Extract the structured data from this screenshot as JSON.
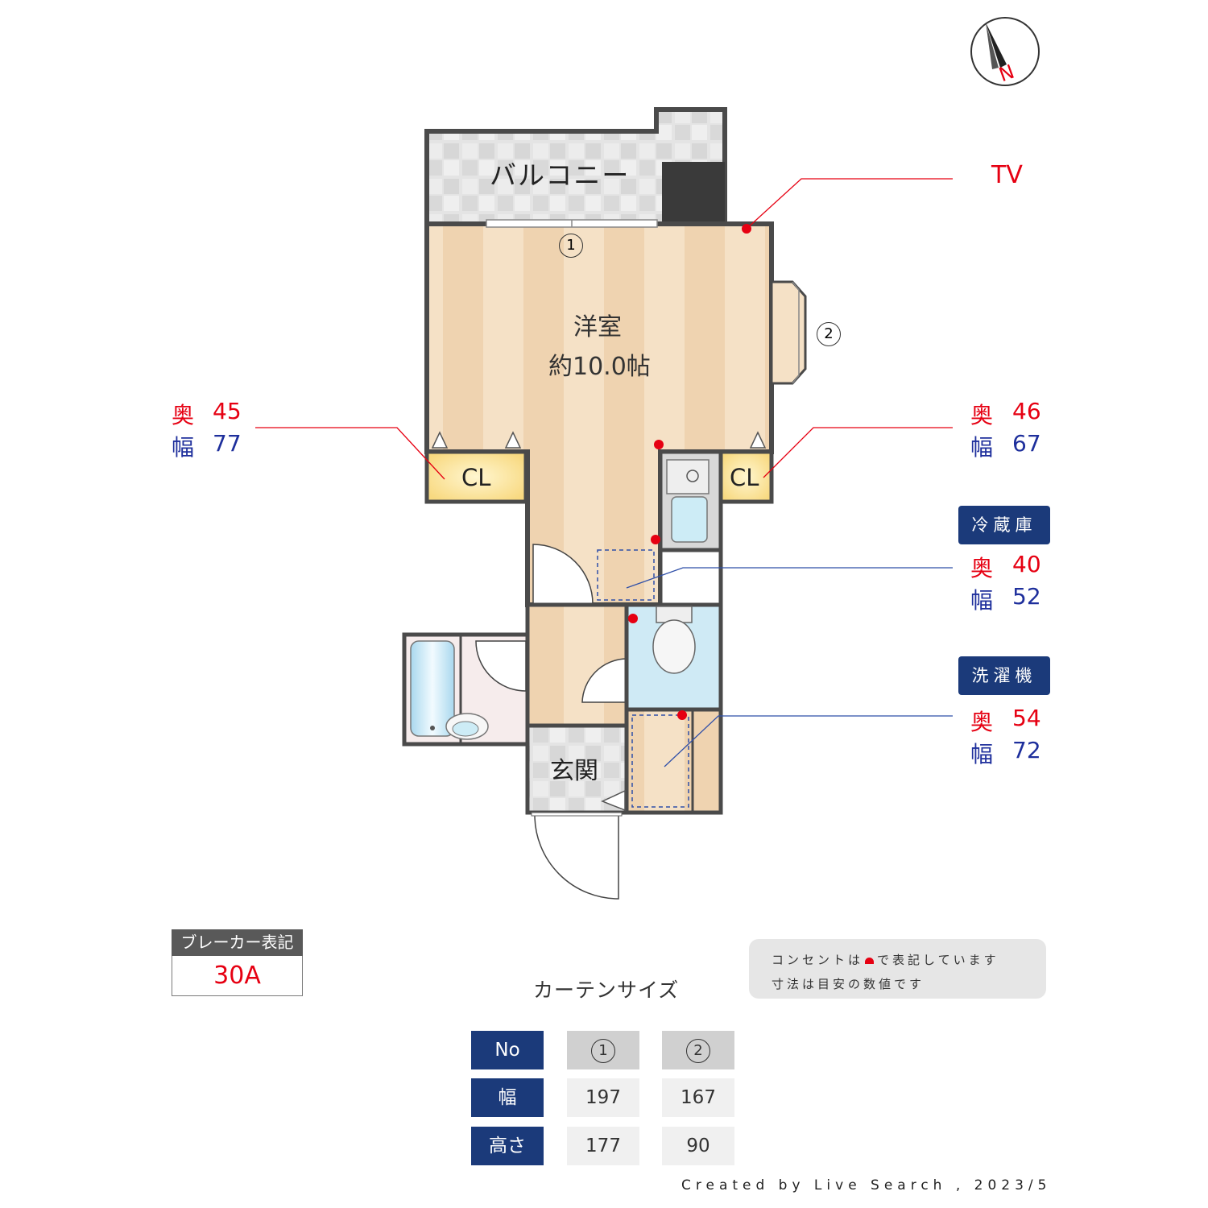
{
  "compass": {
    "north_label": "N"
  },
  "rooms": {
    "balcony": "バルコニー",
    "western_room_name": "洋室",
    "western_room_size": "約10.0帖",
    "closet_left": "CL",
    "closet_right": "CL",
    "entrance": "玄関"
  },
  "window_markers": {
    "window1": "1",
    "window2": "2"
  },
  "callouts": {
    "tv": "TV",
    "left_closet": {
      "depth_key": "奥",
      "depth": "45",
      "width_key": "幅",
      "width": "77"
    },
    "right_closet": {
      "depth_key": "奥",
      "depth": "46",
      "width_key": "幅",
      "width": "67"
    },
    "fridge": {
      "tag": "冷蔵庫",
      "depth_key": "奥",
      "depth": "40",
      "width_key": "幅",
      "width": "52"
    },
    "washer": {
      "tag": "洗濯機",
      "depth_key": "奥",
      "depth": "54",
      "width_key": "幅",
      "width": "72"
    }
  },
  "breaker": {
    "heading": "ブレーカー表記",
    "value": "30A"
  },
  "note": {
    "line1_before": "コンセントは",
    "line1_after": "で表記しています",
    "line2": "寸法は目安の数値です"
  },
  "curtain": {
    "title": "カーテンサイズ",
    "header": [
      "No",
      "1",
      "2"
    ],
    "rows": [
      {
        "label": "幅",
        "values": [
          "197",
          "167"
        ]
      },
      {
        "label": "高さ",
        "values": [
          "177",
          "90"
        ]
      }
    ]
  },
  "credit": "Created by Live Search , 2023/5",
  "colors": {
    "outlet_red": "#e60012",
    "depth_red": "#e60012",
    "width_blue": "#1e2f9c",
    "navy_tag": "#1b3a7a",
    "floor_wood": "#f2dcc0",
    "wall": "#4a4a4a",
    "bath_blue": "#cfeaf5",
    "closet_yellow": "#fde7a0"
  }
}
